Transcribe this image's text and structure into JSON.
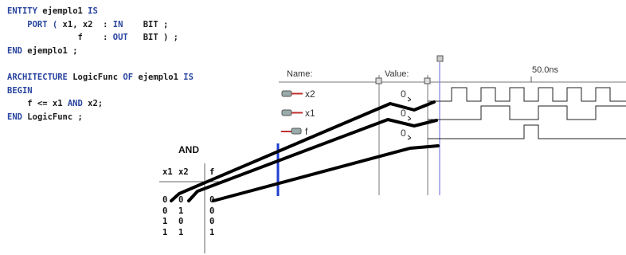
{
  "code": {
    "lines": [
      [
        {
          "t": "ENTITY ",
          "k": 1
        },
        {
          "t": "ejemplo1 ",
          "k": 0
        },
        {
          "t": "IS",
          "k": 1
        }
      ],
      [
        {
          "t": "    PORT ( ",
          "k": 1
        },
        {
          "t": "x1, x2  : ",
          "k": 0
        },
        {
          "t": "IN",
          "k": 1
        },
        {
          "t": "    BIT ;",
          "k": 0
        }
      ],
      [
        {
          "t": "              f    : ",
          "k": 0
        },
        {
          "t": "OUT",
          "k": 1
        },
        {
          "t": "   BIT ) ;",
          "k": 0
        }
      ],
      [
        {
          "t": "END ",
          "k": 1
        },
        {
          "t": "ejemplo1 ;",
          "k": 0
        }
      ],
      [
        {
          "t": "",
          "k": 0
        }
      ],
      [
        {
          "t": "ARCHITECTURE ",
          "k": 1
        },
        {
          "t": "LogicFunc ",
          "k": 0
        },
        {
          "t": "OF ",
          "k": 1
        },
        {
          "t": "ejemplo1 ",
          "k": 0
        },
        {
          "t": "IS",
          "k": 1
        }
      ],
      [
        {
          "t": "BEGIN",
          "k": 1
        }
      ],
      [
        {
          "t": "    f <= x1 ",
          "k": 0
        },
        {
          "t": "AND ",
          "k": 1
        },
        {
          "t": "x2;",
          "k": 0
        }
      ],
      [
        {
          "t": "END ",
          "k": 1
        },
        {
          "t": "LogicFunc ;",
          "k": 0
        }
      ]
    ]
  },
  "truth_table": {
    "title": "AND",
    "headers": [
      "x1",
      "x2",
      "f"
    ],
    "rows": [
      [
        "0",
        "0",
        "0"
      ],
      [
        "0",
        "1",
        "0"
      ],
      [
        "1",
        "0",
        "0"
      ],
      [
        "1",
        "1",
        "1"
      ]
    ]
  },
  "waveform": {
    "name_header": "Name:",
    "value_header": "Value:",
    "time_label": "50.0ns",
    "signals": [
      {
        "name": "x2",
        "value": "0",
        "kind": "input-icon"
      },
      {
        "name": "x1",
        "value": "0",
        "kind": "input-icon"
      },
      {
        "name": "f",
        "value": "0",
        "kind": "output-icon"
      }
    ]
  },
  "colors": {
    "keyword": "#2a45a0",
    "cursor_line": "#8080e0",
    "marker_bar": "#1f3fd0",
    "annotation": "#000000"
  }
}
